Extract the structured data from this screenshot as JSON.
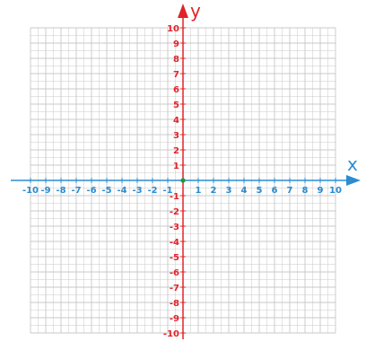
{
  "chart_data": {
    "type": "coordinate-plane",
    "xlabel": "x",
    "ylabel": "y",
    "xlim": [
      -10,
      10
    ],
    "ylim": [
      -10,
      10
    ],
    "x_ticks": [
      "-10",
      "-9",
      "-8",
      "-7",
      "-6",
      "-5",
      "-4",
      "-3",
      "-2",
      "-1",
      "1",
      "2",
      "3",
      "4",
      "5",
      "6",
      "7",
      "8",
      "9",
      "10"
    ],
    "y_ticks": [
      "10",
      "9",
      "8",
      "7",
      "6",
      "5",
      "4",
      "3",
      "2",
      "1",
      "-1",
      "-2",
      "-3",
      "-4",
      "-5",
      "-6",
      "-7",
      "-8",
      "-9",
      "-10"
    ],
    "grid": true,
    "origin_marker": true
  },
  "colors": {
    "grid": "#c8c8c8",
    "x_axis": "#2b8cd0",
    "y_axis": "#e0242a",
    "origin": "#1a9a3a"
  }
}
